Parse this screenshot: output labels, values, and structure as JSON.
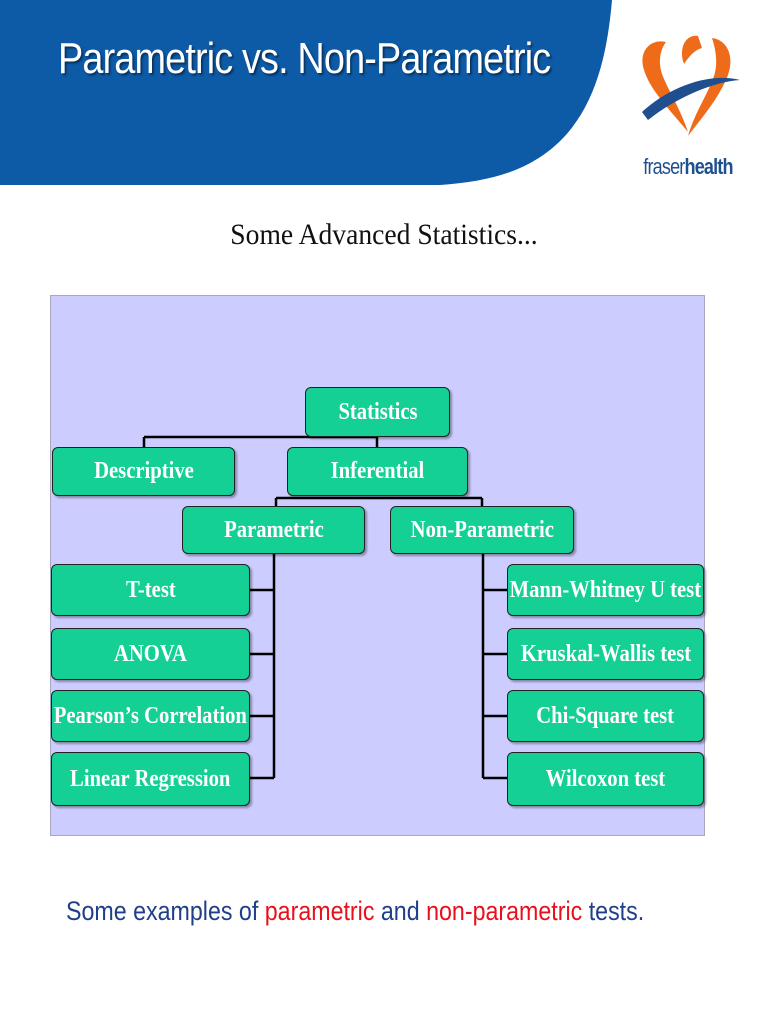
{
  "slide": {
    "title": "Parametric vs. Non-Parametric",
    "subtitle": "Some Advanced Statistics...",
    "caption": {
      "part1": "Some examples of ",
      "red1": "parametric",
      "part2": " and ",
      "red2": "non-parametric",
      "part3": " tests."
    }
  },
  "logo": {
    "text_light": "fraser",
    "text_bold": "health"
  },
  "diagram": {
    "root": "Statistics",
    "descriptive": "Descriptive",
    "inferential": "Inferential",
    "parametric": {
      "label": "Parametric",
      "tests": [
        "T-test",
        "ANOVA",
        "Pearson’s Correlation",
        "Linear Regression"
      ]
    },
    "non_parametric": {
      "label": "Non-Parametric",
      "tests": [
        "Mann-Whitney U test",
        "Kruskal-Wallis test",
        "Chi-Square test",
        "Wilcoxon  test"
      ]
    }
  },
  "colors": {
    "banner": "#0d5aa7",
    "node_fill": "#14d094",
    "panel": "#ccccff",
    "caption_text": "#1f3f8a",
    "caption_highlight": "#e8101d",
    "logo_orange": "#ee6b1a",
    "logo_blue": "#1f4f8f"
  }
}
